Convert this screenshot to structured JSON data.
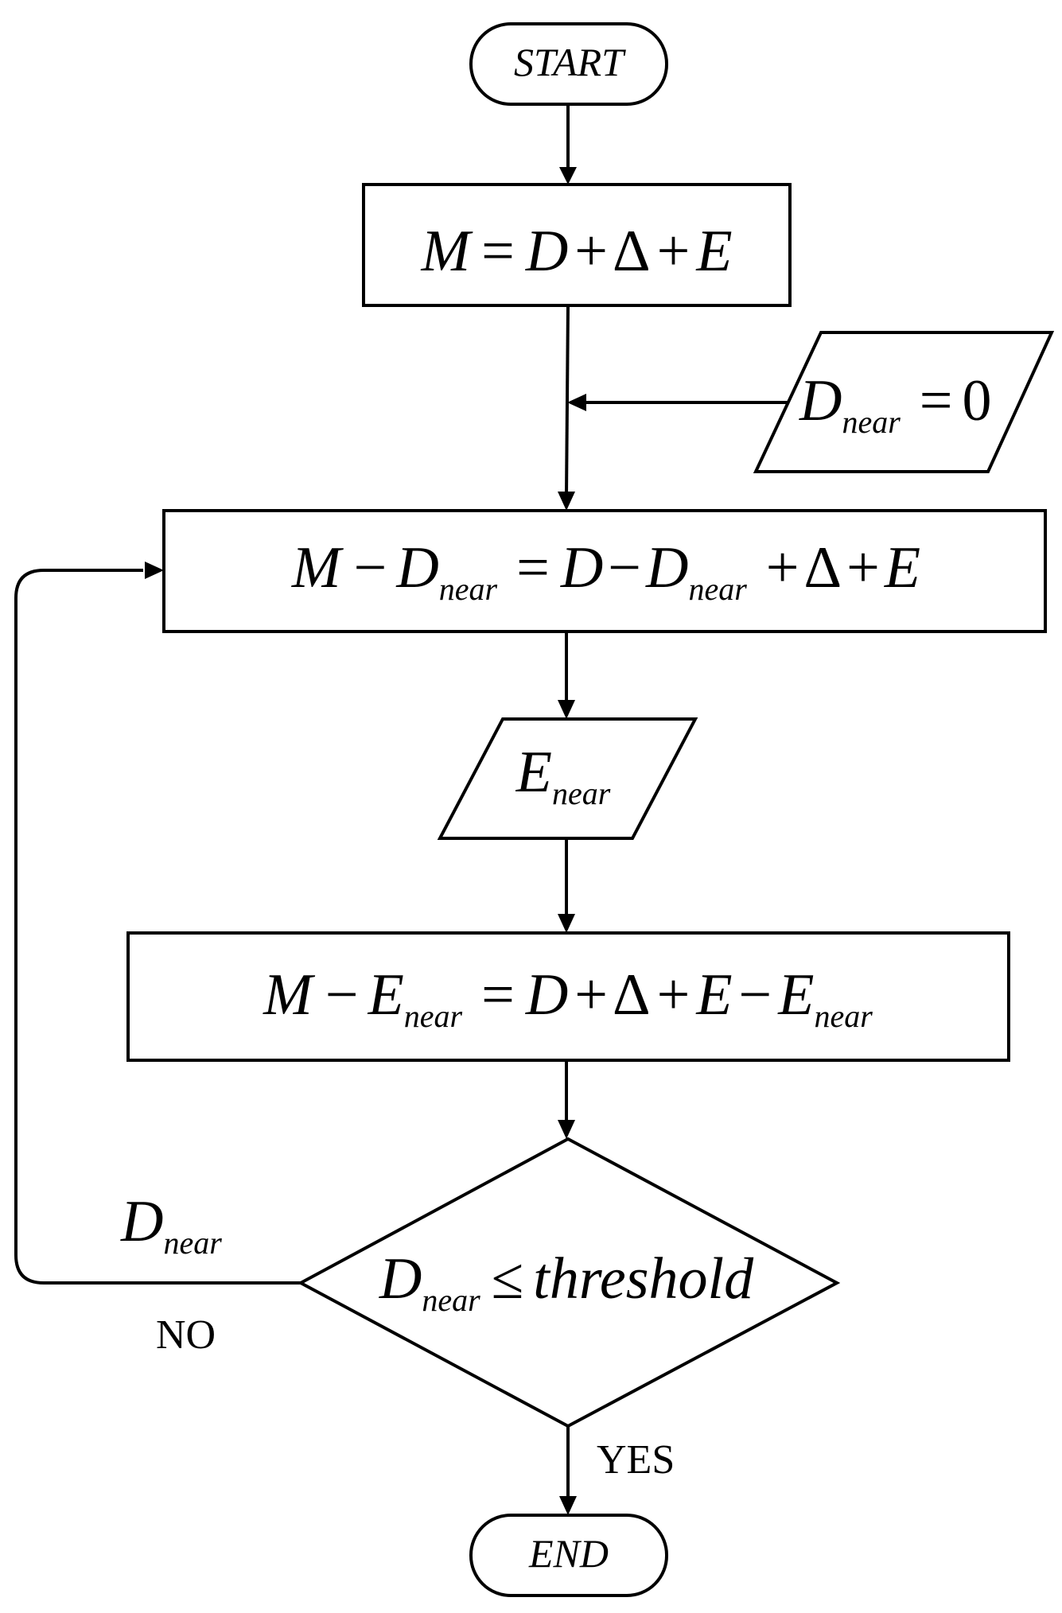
{
  "diagram": {
    "start": "START",
    "end": "END",
    "var": {
      "M": "M",
      "D": "D",
      "E": "E",
      "Delta": "Δ",
      "zero": "0"
    },
    "op": {
      "eq": "=",
      "plus": "+",
      "minus": "−",
      "leq": "≤"
    },
    "sub_near": "near",
    "threshold": "threshold",
    "branch_no": "NO",
    "branch_yes": "YES"
  }
}
